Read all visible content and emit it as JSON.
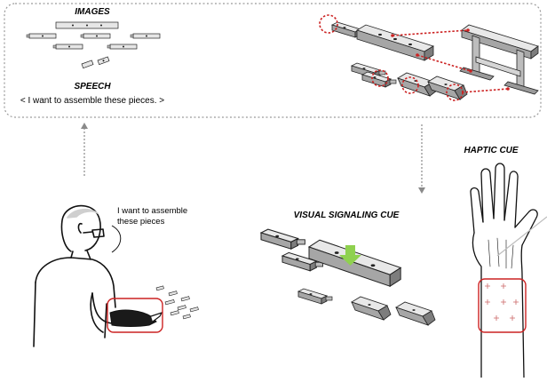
{
  "panel": {
    "images_title": "IMAGES",
    "speech_title": "SPEECH",
    "speech_text": "< I want to assemble these pieces. >"
  },
  "person": {
    "speech_line1": "I want to assemble",
    "speech_line2": "these pieces"
  },
  "visual_cue": {
    "title": "VISUAL SIGNALING CUE"
  },
  "haptic_cue": {
    "title": "HAPTIC CUE"
  },
  "colors": {
    "accent_red": "#cc2222",
    "arrow_green": "#8fd14f",
    "piece_top": "#e6e6e6",
    "piece_side": "#9c9c9c",
    "panel_border": "#9a9a9a"
  }
}
